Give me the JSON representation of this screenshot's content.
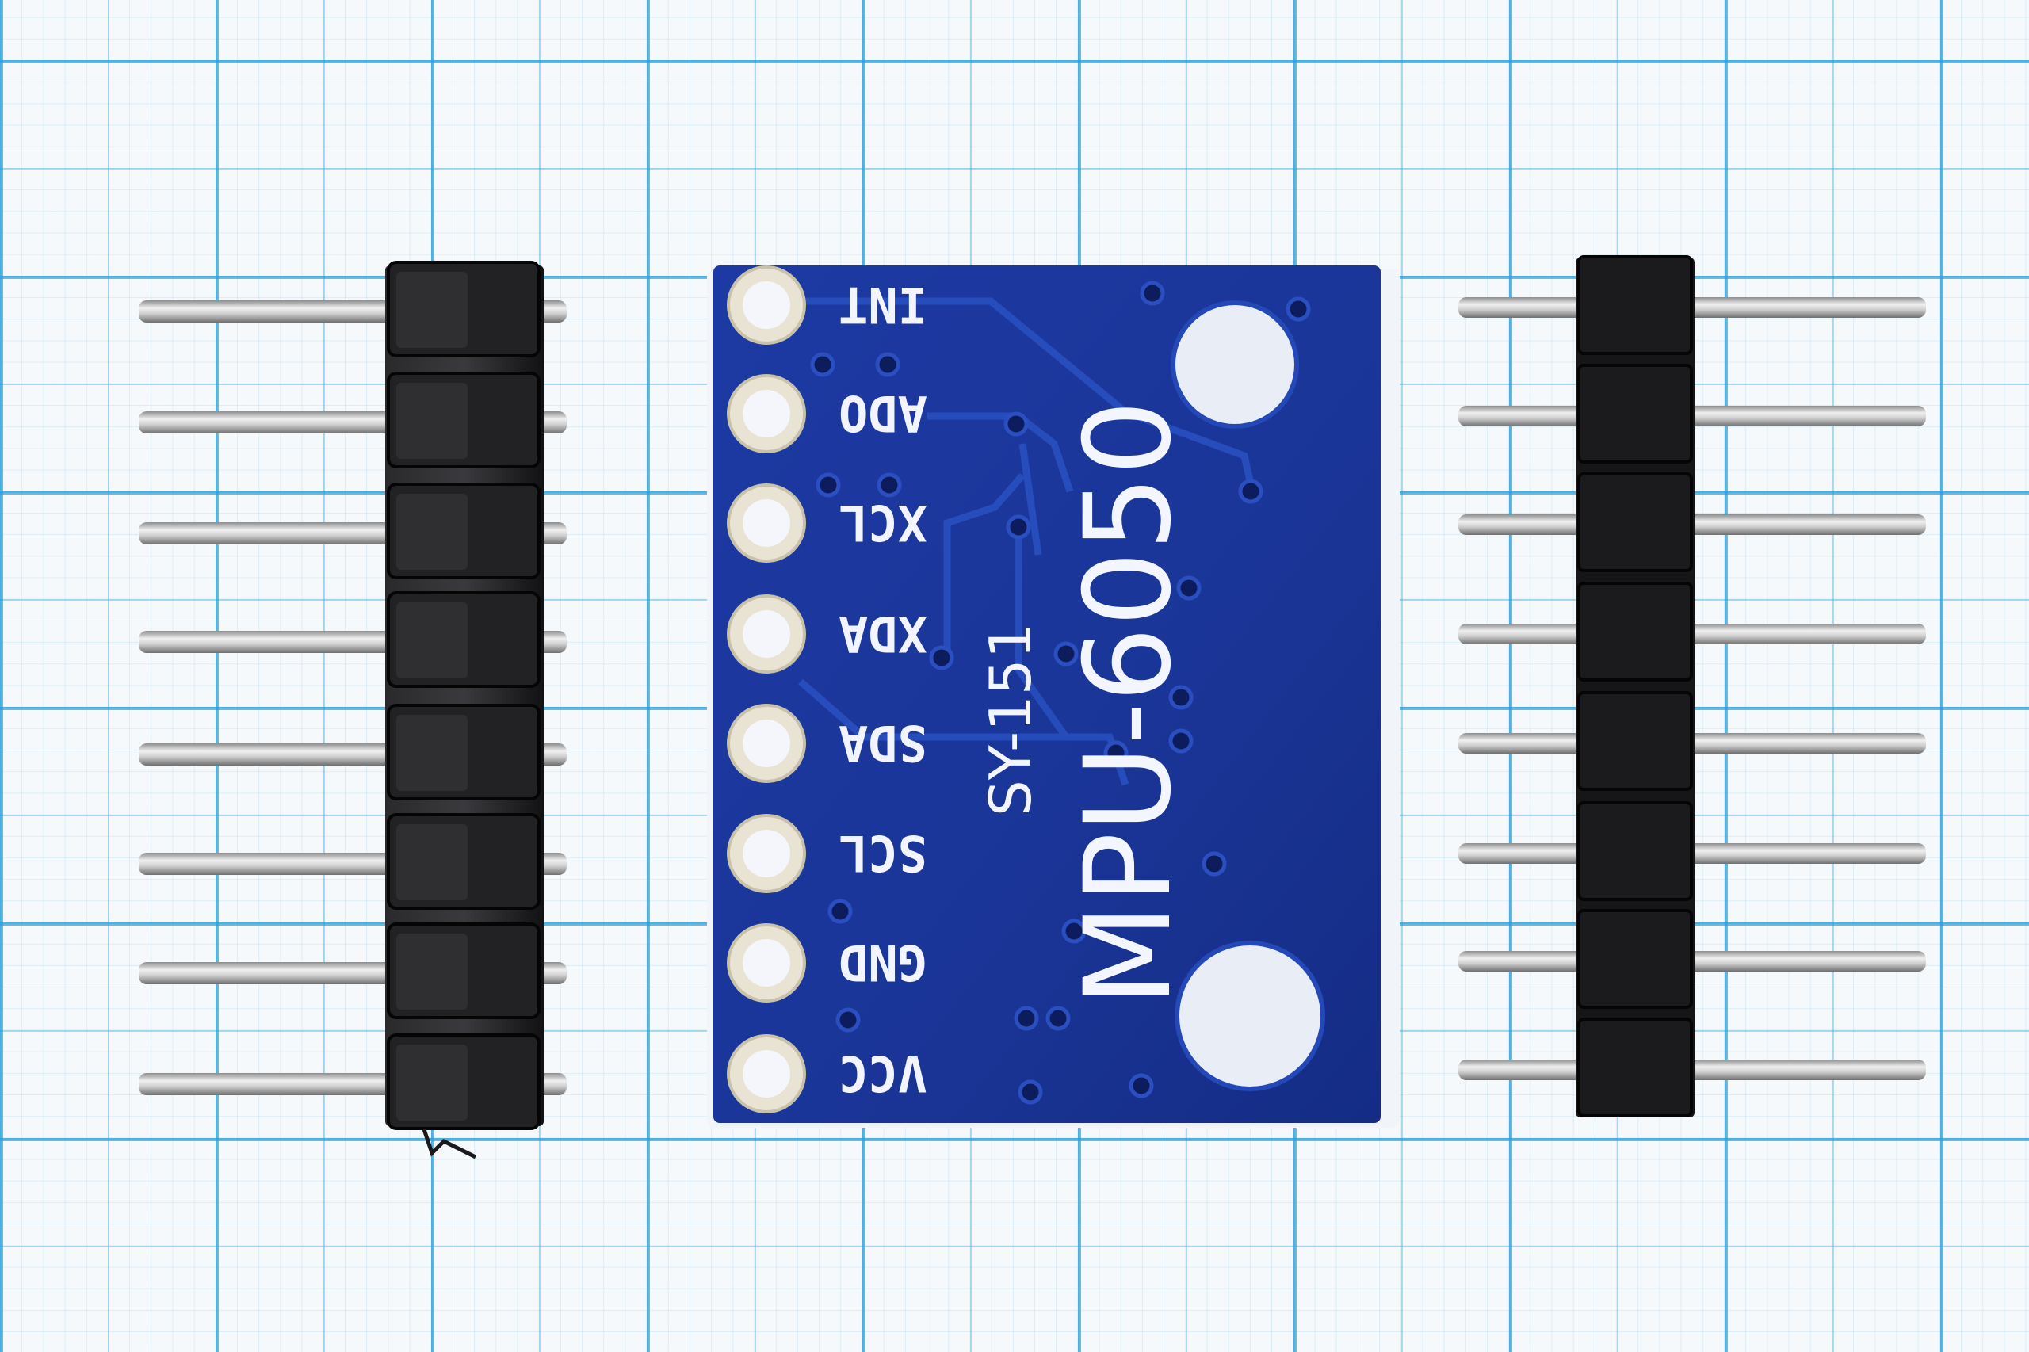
{
  "scene": {
    "description_colors": {
      "paper": "#f6f9fc",
      "grid_major": "#28a0dc",
      "pcb": "#1c3a9e",
      "pcb_trace": "#2548b8",
      "header_plastic": "#1a1a1c",
      "pin_metal": "#c9c9c9"
    }
  },
  "board": {
    "model_label": "MPU-6050",
    "code_label": "SY-151",
    "pins": [
      {
        "label": "INT"
      },
      {
        "label": "ADO"
      },
      {
        "label": "XCL"
      },
      {
        "label": "XDA"
      },
      {
        "label": "SDA"
      },
      {
        "label": "SCL"
      },
      {
        "label": "GND"
      },
      {
        "label": "VCC"
      }
    ]
  },
  "left_header": {
    "pin_count": 8,
    "icon": "pin-header-icon"
  },
  "right_header": {
    "pin_count": 8,
    "icon": "pin-header-icon"
  }
}
